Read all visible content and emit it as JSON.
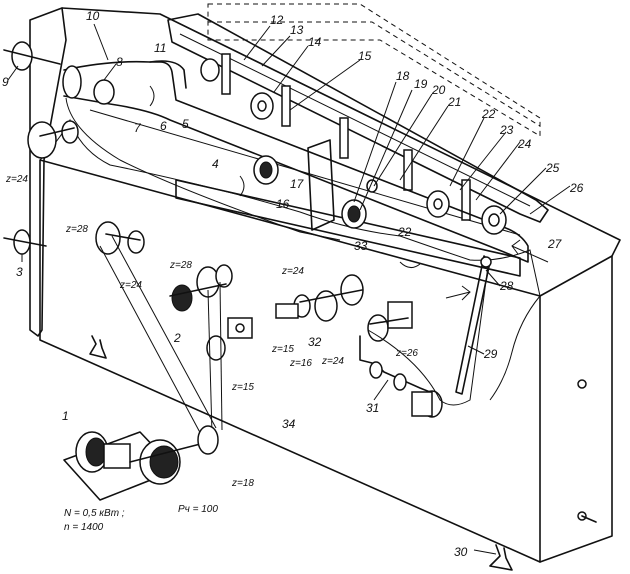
{
  "labels": {
    "n1": "1",
    "n2": "2",
    "n3": "3",
    "n4": "4",
    "n5": "5",
    "n6": "6",
    "n7": "7",
    "n8": "8",
    "n9": "9",
    "n10": "10",
    "n11": "11",
    "n12": "12",
    "n13": "13",
    "n14": "14",
    "n15": "15",
    "n16": "16",
    "n17": "17",
    "n18": "18",
    "n19": "19",
    "n20": "20",
    "n21": "21",
    "n22a": "22",
    "n22b": "22",
    "n23": "23",
    "n24": "24",
    "n25": "25",
    "n26": "26",
    "n27": "27",
    "n28": "28",
    "n29": "29",
    "n30": "30",
    "n31": "31",
    "n32": "32",
    "n33": "33",
    "n34": "34"
  },
  "gear_labels": {
    "z24_left": "z=24",
    "z28_a": "z=28",
    "z28_b": "z=28",
    "z24_b": "z=24",
    "z24_c": "z=24",
    "z15_a": "z=15",
    "z16": "z=16",
    "z24_d": "z=24",
    "z26": "z=26",
    "z15_b": "z=15",
    "z18": "z=18"
  },
  "motor": {
    "power": "N = 0,5 кВт ;",
    "speed": "n = 1400",
    "pulley": "Рч = 100"
  }
}
